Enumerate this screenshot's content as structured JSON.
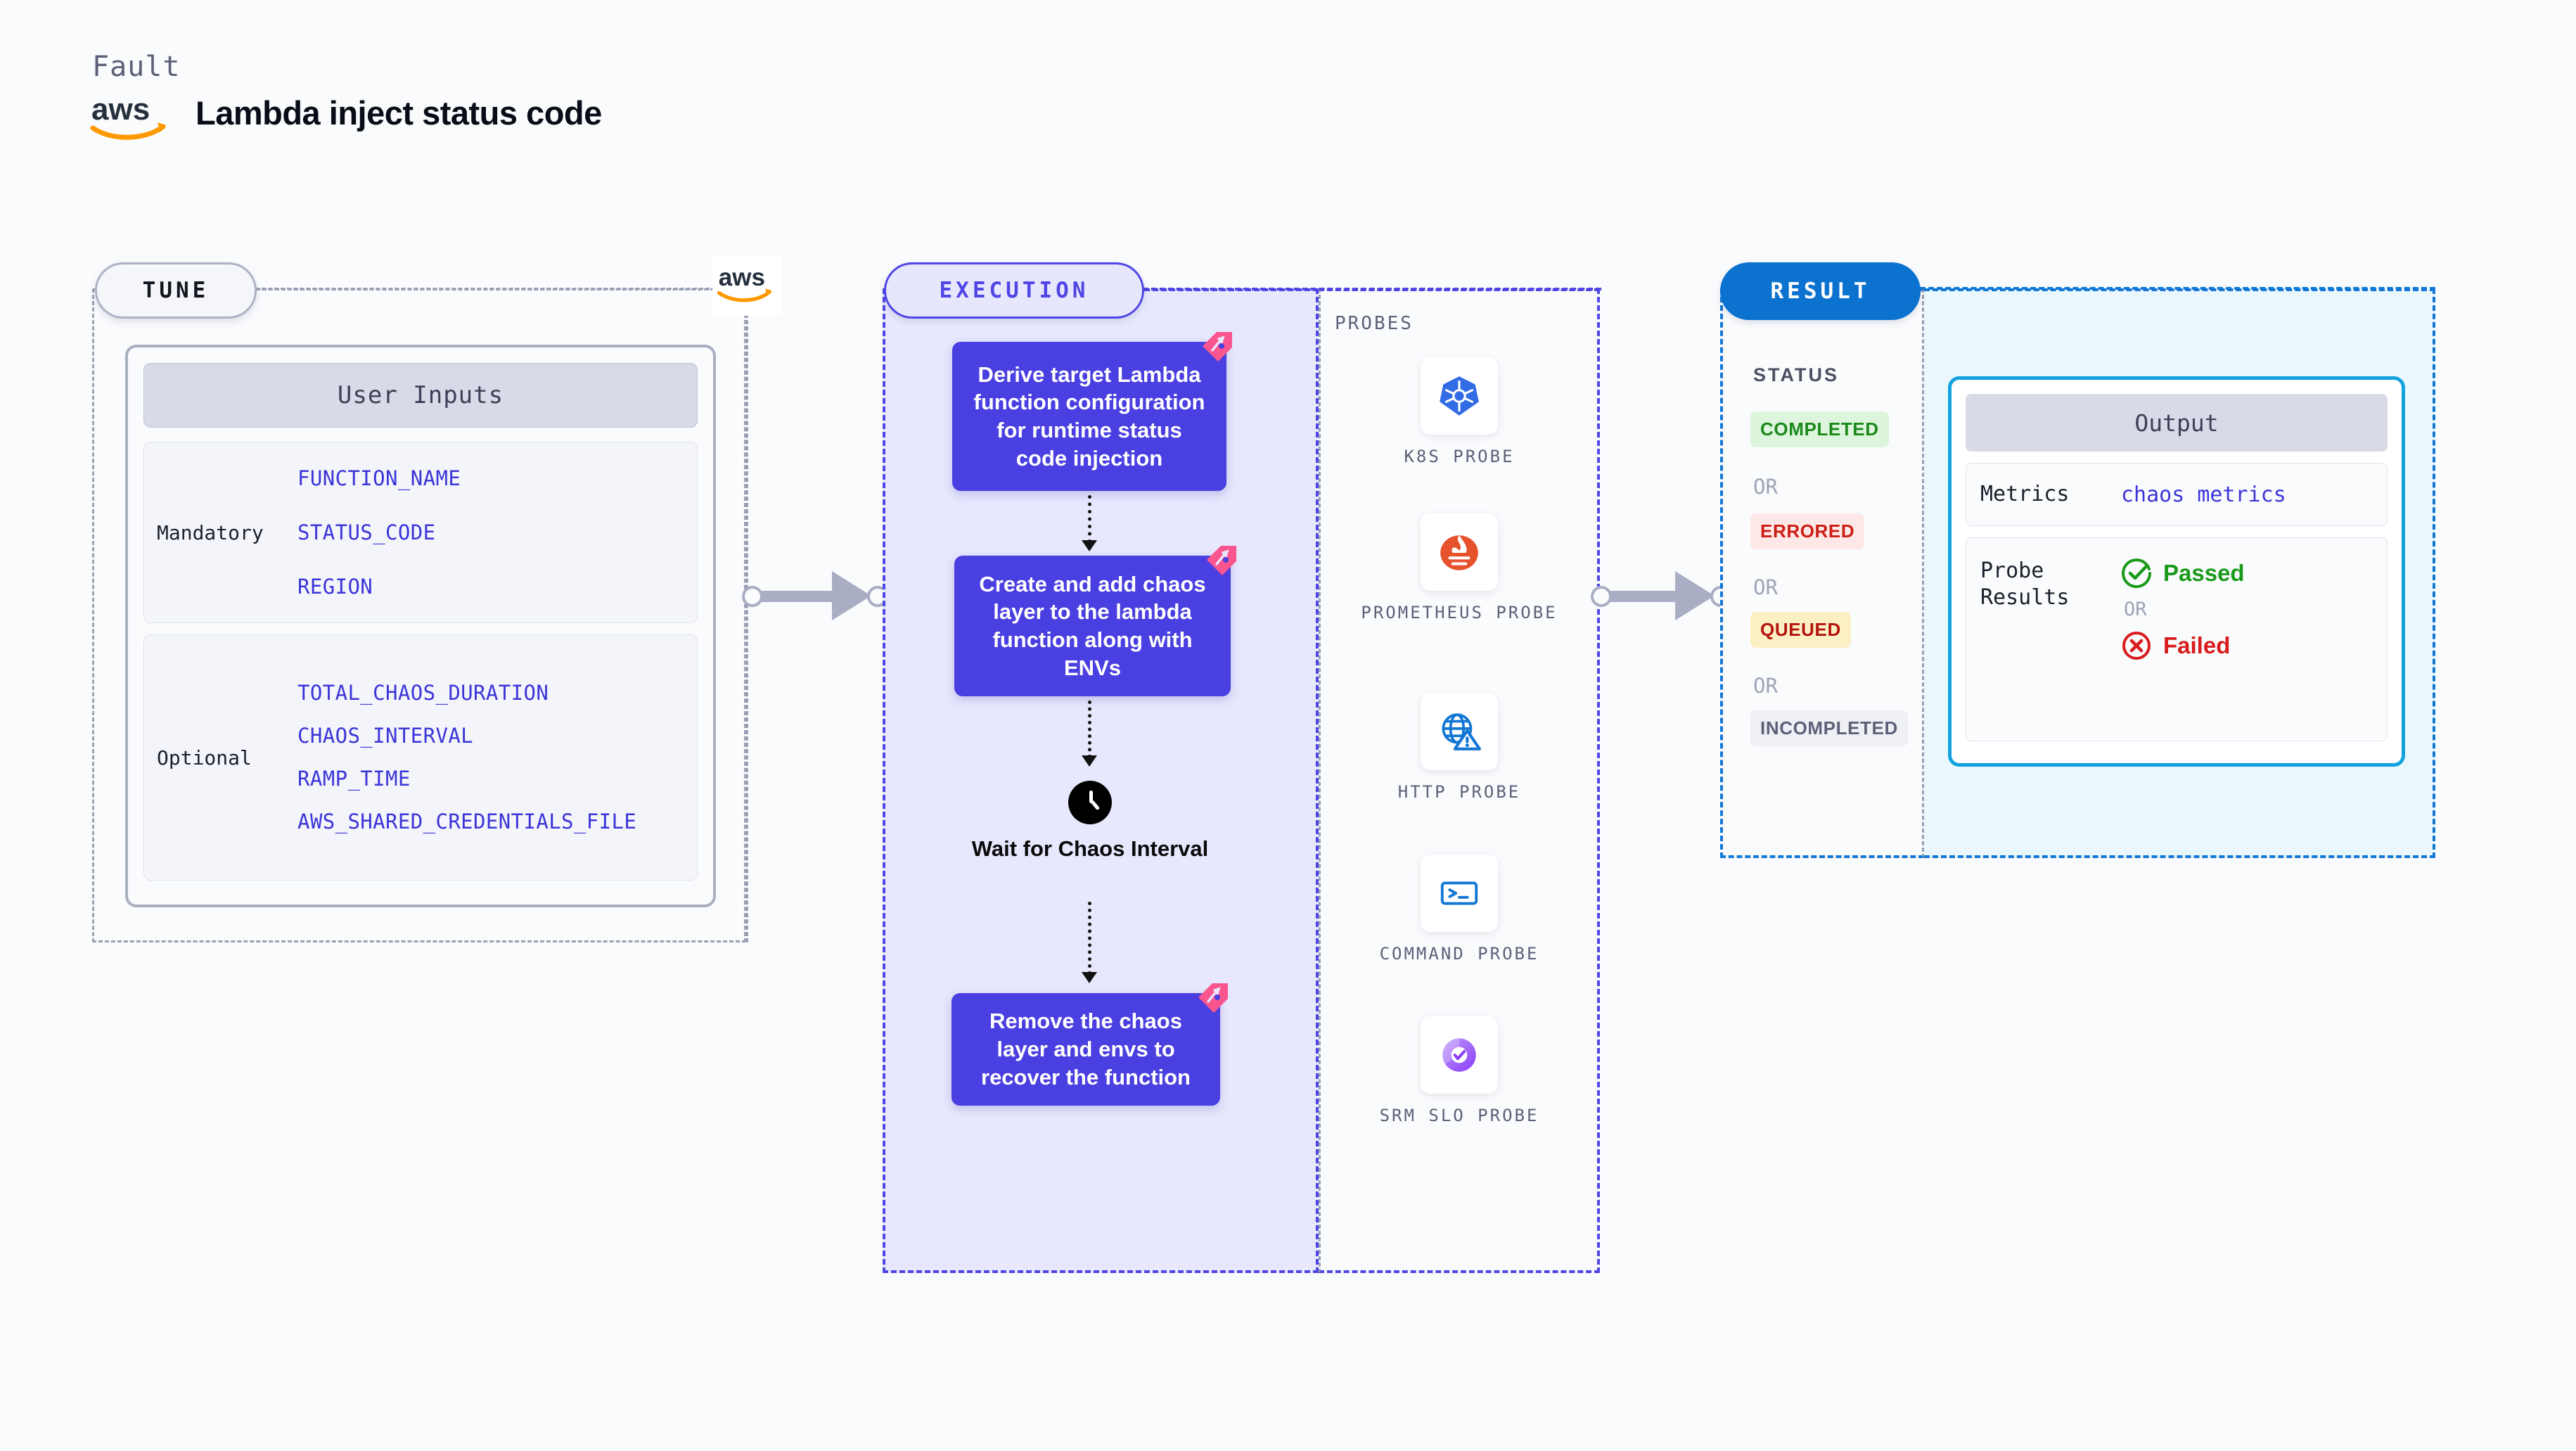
{
  "header": {
    "eyebrow": "Fault",
    "title": "Lambda inject status code",
    "logo_icon": "aws-logo"
  },
  "tune": {
    "pill_label": "TUNE",
    "aws_badge_icon": "aws-logo",
    "card_title": "User Inputs",
    "groups": [
      {
        "label": "Mandatory",
        "vars": [
          "FUNCTION_NAME",
          "STATUS_CODE",
          "REGION"
        ]
      },
      {
        "label": "Optional",
        "vars": [
          "TOTAL_CHAOS_DURATION",
          "CHAOS_INTERVAL",
          "RAMP_TIME",
          "AWS_SHARED_CREDENTIALS_FILE"
        ]
      }
    ]
  },
  "execution": {
    "pill_label": "EXECUTION",
    "steps": [
      {
        "text": "Derive target Lambda function configuration for runtime status code injection",
        "badge_icon": "litmus-logo"
      },
      {
        "text": "Create and add chaos layer to the lambda function along with ENVs",
        "badge_icon": "litmus-logo"
      }
    ],
    "wait": {
      "icon": "clock-icon",
      "label": "Wait for Chaos Interval"
    },
    "final_step": {
      "text": "Remove the chaos layer and envs to recover the function",
      "badge_icon": "litmus-logo"
    }
  },
  "probes": {
    "title": "PROBES",
    "items": [
      {
        "label": "K8S PROBE",
        "icon": "kubernetes-icon"
      },
      {
        "label": "PROMETHEUS PROBE",
        "icon": "prometheus-icon"
      },
      {
        "label": "HTTP PROBE",
        "icon": "http-globe-warning-icon"
      },
      {
        "label": "COMMAND PROBE",
        "icon": "terminal-icon"
      },
      {
        "label": "SRM SLO PROBE",
        "icon": "srm-slo-icon"
      }
    ]
  },
  "result": {
    "pill_label": "RESULT",
    "status_title": "STATUS",
    "or_label": "OR",
    "statuses": [
      {
        "label": "COMPLETED",
        "bg": "#ddf4dd",
        "color": "#1a8a1a"
      },
      {
        "label": "ERRORED",
        "bg": "#fde8e7",
        "color": "#cc1c14"
      },
      {
        "label": "QUEUED",
        "bg": "#fcefc4",
        "color": "#b2130d"
      },
      {
        "label": "INCOMPLETED",
        "bg": "#eff0f6",
        "color": "#5b6178"
      }
    ],
    "output": {
      "title": "Output",
      "metrics_key": "Metrics",
      "metrics_value": "chaos metrics",
      "probe_results_key": "Probe Results",
      "passed_label": "Passed",
      "failed_label": "Failed",
      "or_label": "OR"
    }
  },
  "colors": {
    "page_bg": "#fafbfd",
    "tune_border": "#9aa0b4",
    "execution_accent": "#4f46e5",
    "execution_box": "#4a3fe0",
    "execution_bg": "#e7e8fd",
    "result_accent": "#0b72d0",
    "result_bg": "#eaf8fd",
    "output_border": "#12a2dd",
    "var_text": "#3b35d8",
    "litmus_pink": "#f9568f",
    "aws_orange": "#ff9900"
  }
}
